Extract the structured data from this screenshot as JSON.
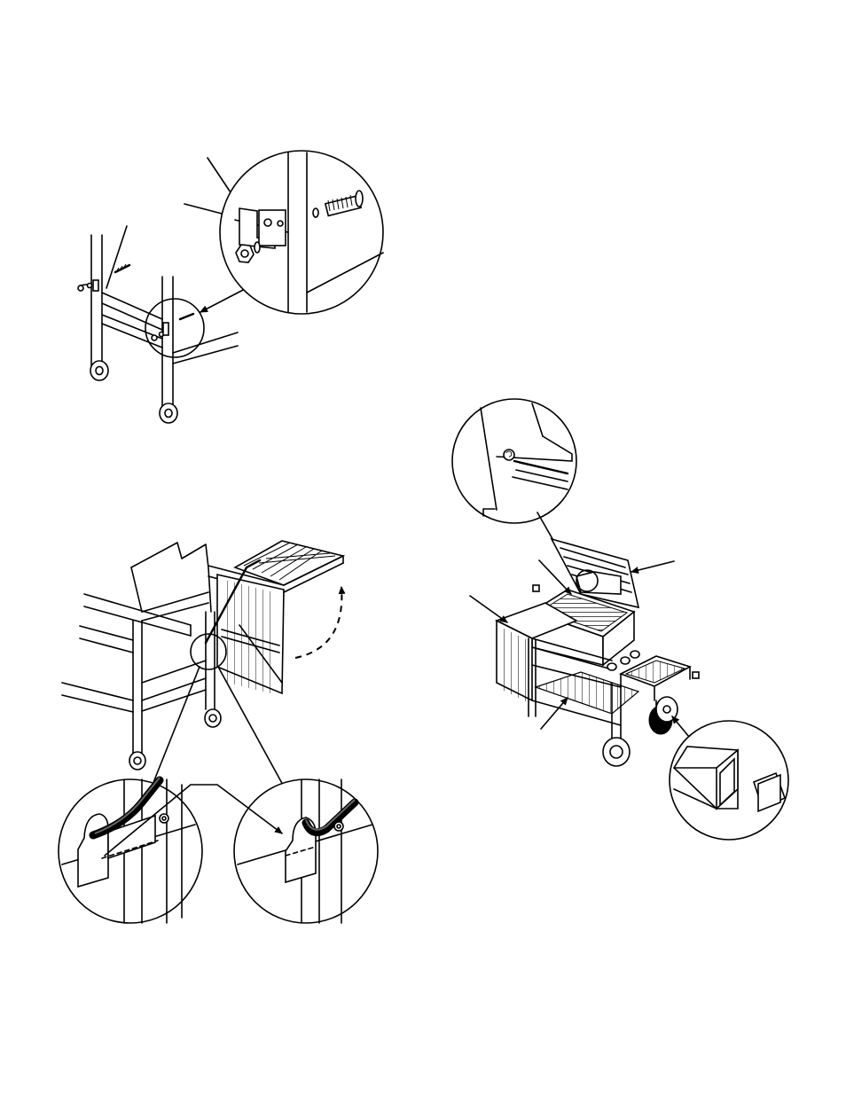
{
  "page": {
    "figures": [
      {
        "id": "leg-frame-bolt-assembly",
        "callouts": 2
      },
      {
        "id": "side-table-hinge-assembly",
        "callouts": 2
      },
      {
        "id": "grill-overview",
        "callouts": 6
      }
    ]
  }
}
